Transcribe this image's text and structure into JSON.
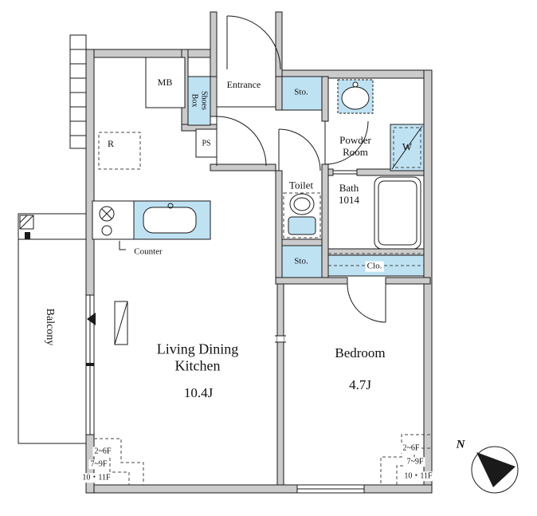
{
  "plan": {
    "labels": {
      "mb": "MB",
      "shoes_box_line1": "Shoes",
      "shoes_box_line2": "Box",
      "entrance": "Entrance",
      "sto_top": "Sto.",
      "powder_room_line1": "Powder",
      "powder_room_line2": "Room",
      "washer": "W",
      "toilet": "Toilet",
      "bath_line1": "Bath",
      "bath_line2": "1014",
      "fridge": "R",
      "ps": "PS",
      "counter": "Counter",
      "sto_mid": "Sto.",
      "closet": "Clo.",
      "ldk_line1": "Living Dining",
      "ldk_line2": "Kitchen",
      "ldk_size": "10.4J",
      "bedroom": "Bedroom",
      "bedroom_size": "4.7J",
      "balcony": "Balcony",
      "compass_north": "N"
    },
    "floor_levels": {
      "left": [
        "2~6F",
        "7~9F",
        "10・11F"
      ],
      "right": [
        "2~6F",
        "7~9F",
        "10・11F"
      ]
    },
    "colors": {
      "fixture_blue": "#bfe2f3",
      "wall_gray": "#cbcbcb",
      "line_dark": "#1a1a1a"
    }
  }
}
